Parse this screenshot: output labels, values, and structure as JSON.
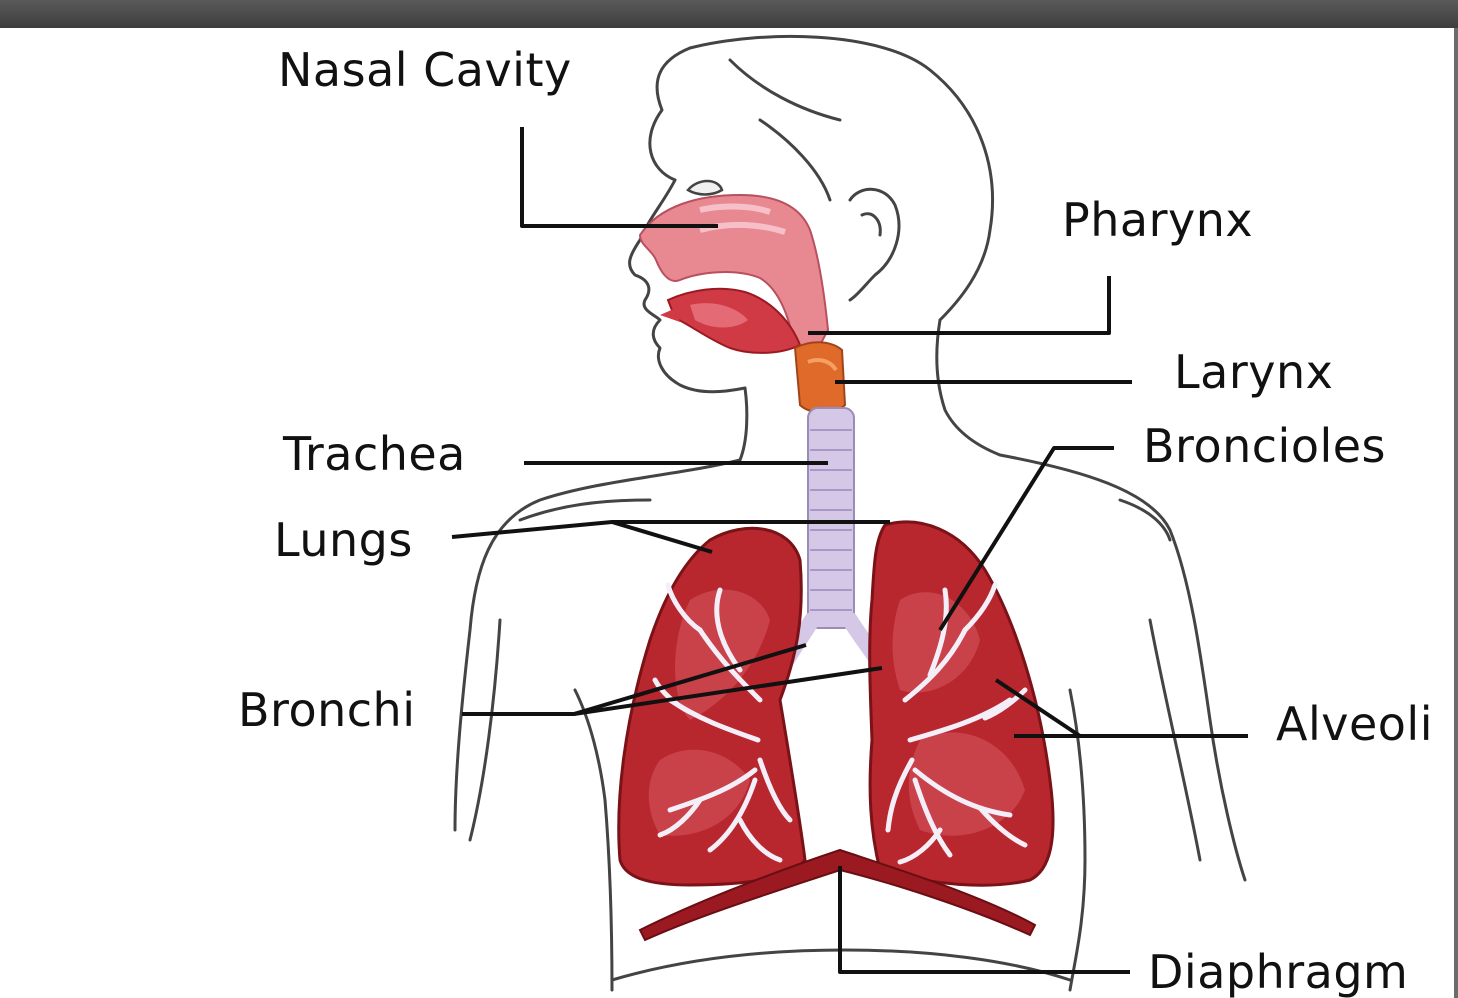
{
  "diagram": {
    "labels": {
      "nasal_cavity": "Nasal Cavity",
      "pharynx": "Pharynx",
      "larynx": "Larynx",
      "broncioles": "Broncioles",
      "trachea": "Trachea",
      "lungs": "Lungs",
      "bronchi": "Bronchi",
      "alveoli": "Alveoli",
      "diaphragm": "Diaphragm"
    },
    "colors": {
      "lung": "#b8262e",
      "lung_dark": "#9b1a22",
      "airway_pink": "#e88890",
      "trachea": "#d4c8e6",
      "larynx": "#e06a2a",
      "outline": "#444444",
      "leader": "#111111"
    }
  }
}
